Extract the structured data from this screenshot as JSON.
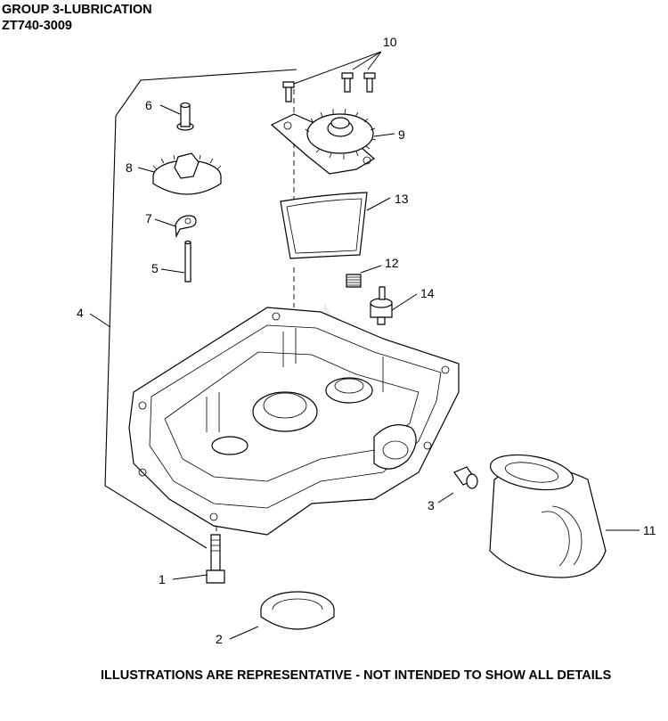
{
  "header": {
    "group_title": "GROUP 3-LUBRICATION",
    "model_code": "ZT740-3009"
  },
  "footer": {
    "disclaimer": "ILLUSTRATIONS ARE REPRESENTATIVE - NOT INTENDED TO SHOW ALL DETAILS"
  },
  "callouts": [
    "1",
    "2",
    "3",
    "4",
    "5",
    "6",
    "7",
    "8",
    "9",
    "10",
    "11",
    "12",
    "13",
    "14"
  ],
  "colors": {
    "line": "#000000",
    "background": "#ffffff",
    "watermark": "#e6e6e6"
  }
}
